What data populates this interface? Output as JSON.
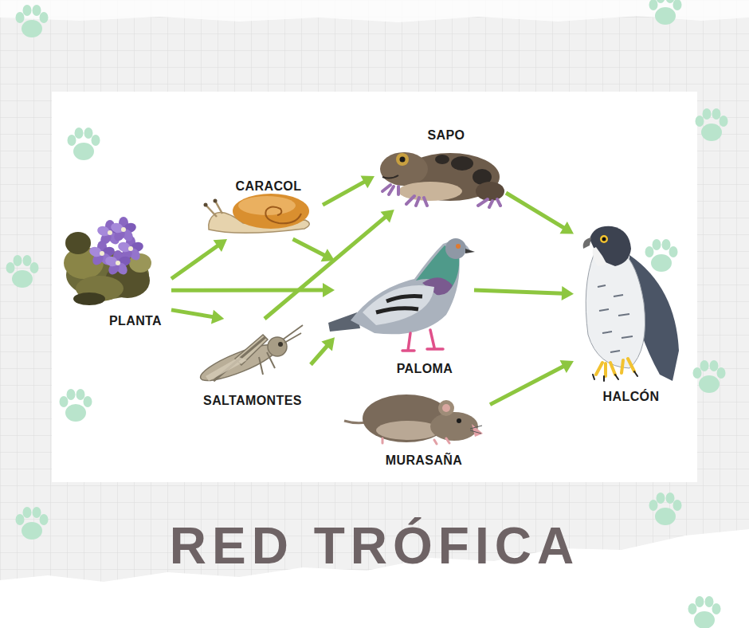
{
  "diagram": {
    "title": "RED TRÓFICA",
    "nodes": [
      {
        "text": [
          "PLANTA"
        ]
      },
      {
        "text": [
          "CARACOL"
        ]
      },
      {
        "text": [
          "SALTAMONTES"
        ]
      },
      {
        "text": [
          "SAPO"
        ]
      },
      {
        "text": [
          "PALOMA"
        ]
      },
      {
        "text": [
          "MURASAÑA"
        ]
      },
      {
        "text": [
          "HALCÓN"
        ]
      }
    ],
    "edges": [
      {
        "from": 0,
        "to": 1,
        "arrow": "to"
      },
      {
        "from": 0,
        "to": 4,
        "arrow": "to"
      },
      {
        "from": 0,
        "to": 2,
        "arrow": "to"
      },
      {
        "from": 1,
        "to": 3,
        "arrow": "to"
      },
      {
        "from": 1,
        "to": 4,
        "arrow": "to"
      },
      {
        "from": 2,
        "to": 3,
        "arrow": "to"
      },
      {
        "from": 2,
        "to": 4,
        "arrow": "to"
      },
      {
        "from": 3,
        "to": 6,
        "arrow": "to"
      },
      {
        "from": 4,
        "to": 6,
        "arrow": "to"
      },
      {
        "from": 5,
        "to": 6,
        "arrow": "to"
      }
    ]
  }
}
